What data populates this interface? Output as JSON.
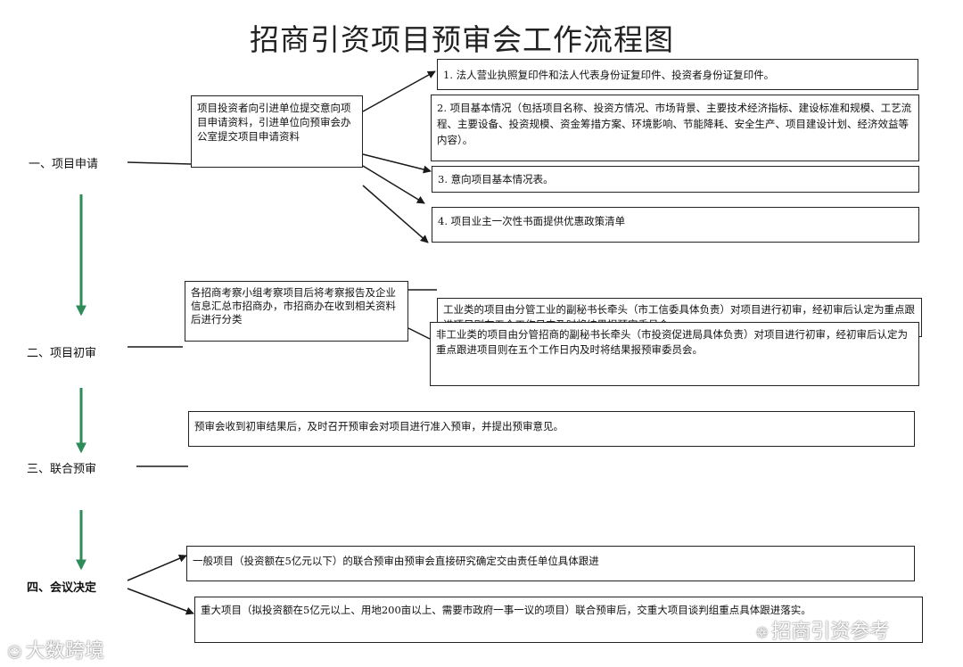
{
  "title": "招商引资项目预审会工作流程图",
  "stages": [
    {
      "label": "一、项目申请"
    },
    {
      "label": "二、项目初审"
    },
    {
      "label": "三、联合预审"
    },
    {
      "label": "四、会议决定"
    }
  ],
  "boxes": {
    "apply_main": "项目投资者向引进单位提交意向项目申请资料，引进单位向预审会办公室提交项目申请资料",
    "apply_item1": "1. 法人营业执照复印件和法人代表身份证复印件、投资者身份证复印件。",
    "apply_item2": "2. 项目基本情况（包括项目名称、投资方情况、市场背景、主要技术经济指标、建设标准和规模、工艺流程、主要设备、投资规模、资金筹措方案、环境影响、节能降耗、安全生产、项目建设计划、经济效益等内容）。",
    "apply_item3": "3. 意向项目基本情况表。",
    "apply_item4": "4. 项目业主一次性书面提供优惠政策清单",
    "review_main": "各招商考察小组考察项目后将考察报告及企业信息汇总市招商办，市招商办在收到相关资料后进行分类",
    "review_industrial": "工业类的项目由分管工业的副秘书长牵头（市工信委具体负责）对项目进行初审，经初审后认定为重点跟进项目则在五个工作日内及时将结果报预审委员会。",
    "review_nonindustrial": "非工业类的项目由分管招商的副秘书长牵头（市投资促进局具体负责）对项目进行初审，经初审后认定为重点跟进项目则在五个工作日内及时将结果报预审委员会。",
    "joint": "预审会收到初审结果后，及时召开预审会对项目进行准入预审，并提出预审意见。",
    "decision_general": "一般项目（投资额在5亿元以下）的联合预审由预审会直接研究确定交由责任单位具体跟进",
    "decision_major": "重大项目（拟投资额在5亿元以上、用地200亩以上、需要市政府一事一议的项目）联合预审后，交重大项目谈判组重点具体跟进落实。"
  },
  "watermarks": {
    "left": "大数跨境",
    "right": "招商引资参考"
  },
  "colors": {
    "flow_arrow": "#2e8b5a",
    "line": "#1a1a1a"
  }
}
